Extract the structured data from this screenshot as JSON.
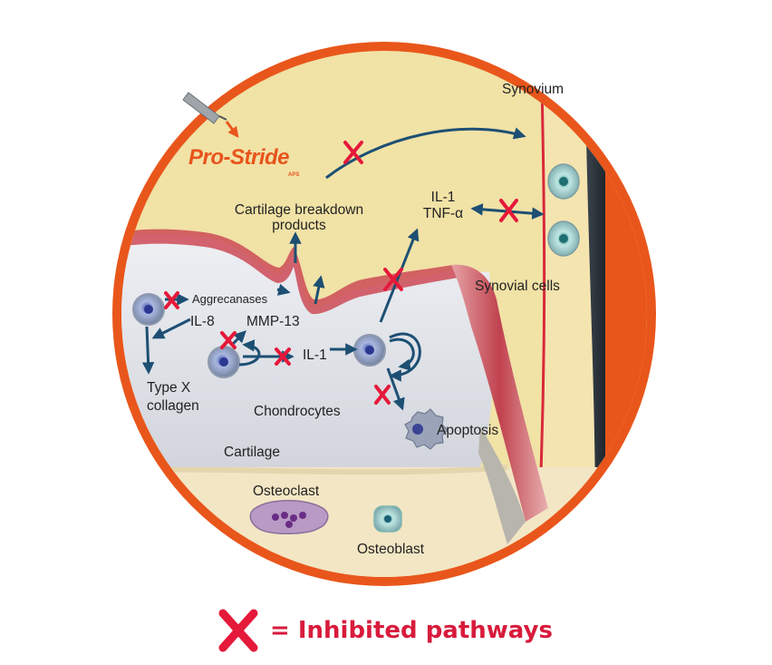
{
  "brand": {
    "name": "Pro-Stride",
    "sub": "APS"
  },
  "labels": {
    "synovium": "Synovium",
    "synovial_cells": "Synovial cells",
    "breakdown": "Cartilage breakdown",
    "breakdown_2": "products",
    "il1_top": "IL-1",
    "tnf": "TNF-α",
    "aggrecanases": "Aggrecanases",
    "il8": "IL-8",
    "mmp13": "MMP-13",
    "il1_mid": "IL-1",
    "type_x": "Type X",
    "collagen": "collagen",
    "chondrocytes": "Chondrocytes",
    "apoptosis": "Apoptosis",
    "cartilage": "Cartilage",
    "osteoclast": "Osteoclast",
    "osteoblast": "Osteoblast"
  },
  "legend": {
    "text": "= Inhibited pathways"
  },
  "colors": {
    "ring": "#e9561b",
    "arrow": "#1d4f73",
    "x_mark": "#e5193a",
    "synovial_fluid": "#f1e2a6",
    "cartilage": "#dfe1e6",
    "bone": "#f3e6c4",
    "tissue_red": "#c9515b"
  }
}
